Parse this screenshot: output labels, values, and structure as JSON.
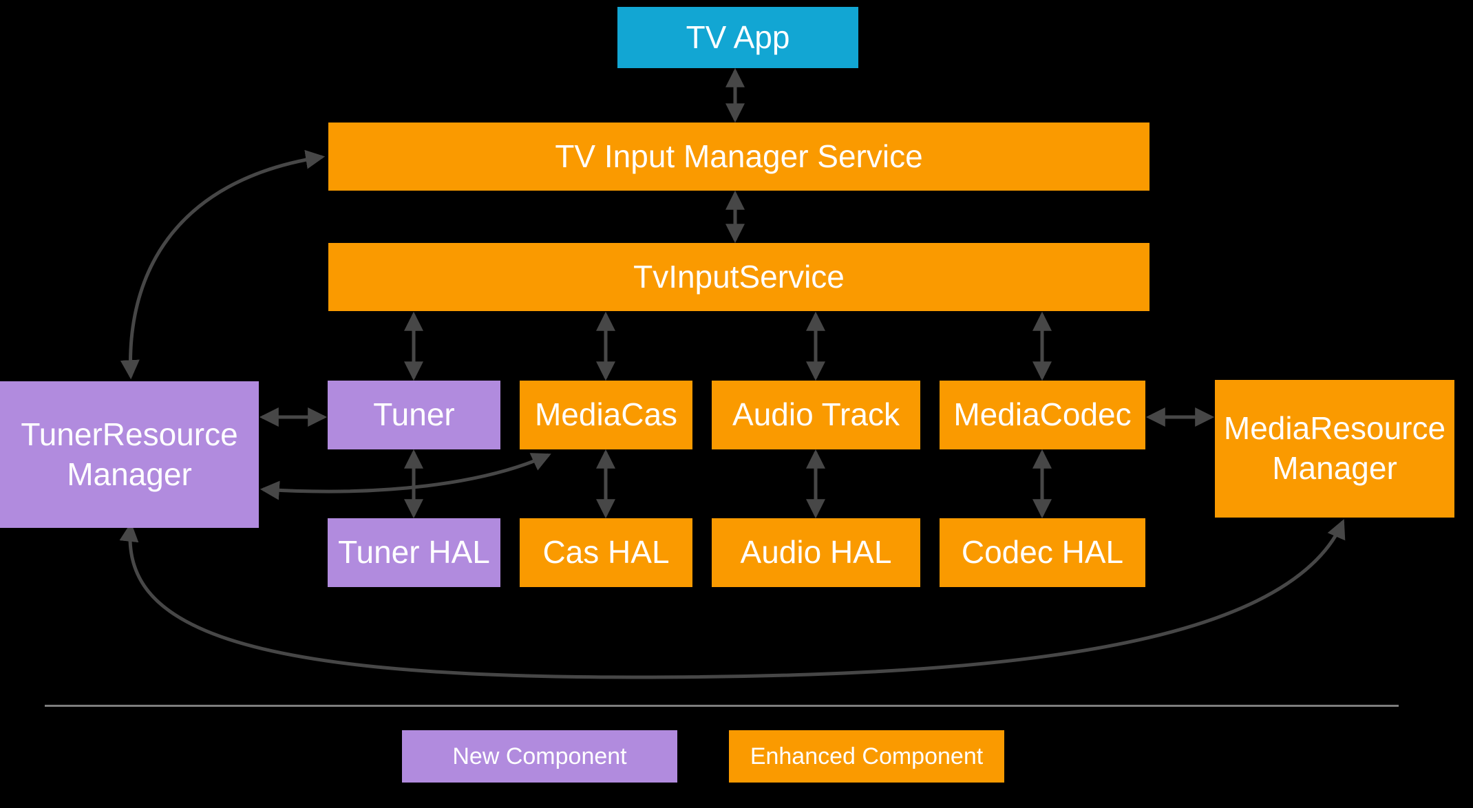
{
  "nodes": {
    "tv_app": {
      "label": "TV App",
      "category": "app"
    },
    "tims": {
      "label": "TV Input Manager Service",
      "category": "enhanced"
    },
    "tvis": {
      "label": "TvInputService",
      "category": "enhanced"
    },
    "trm": {
      "label": "TunerResource Manager",
      "category": "new"
    },
    "tuner": {
      "label": "Tuner",
      "category": "new"
    },
    "mediacas": {
      "label": "MediaCas",
      "category": "enhanced"
    },
    "audiotrack": {
      "label": "Audio Track",
      "category": "enhanced"
    },
    "mediacodec": {
      "label": "MediaCodec",
      "category": "enhanced"
    },
    "mrm": {
      "label": "MediaResource Manager",
      "category": "enhanced"
    },
    "tuner_hal": {
      "label": "Tuner HAL",
      "category": "new"
    },
    "cas_hal": {
      "label": "Cas HAL",
      "category": "enhanced"
    },
    "audio_hal": {
      "label": "Audio HAL",
      "category": "enhanced"
    },
    "codec_hal": {
      "label": "Codec HAL",
      "category": "enhanced"
    }
  },
  "legend": {
    "new_component": {
      "label": "New Component",
      "category": "new"
    },
    "enhanced_component": {
      "label": "Enhanced Component",
      "category": "enhanced"
    }
  },
  "edges": [
    {
      "from": "tv_app",
      "to": "tims",
      "arrows": "both",
      "shape": "straight"
    },
    {
      "from": "tims",
      "to": "tvis",
      "arrows": "both",
      "shape": "straight"
    },
    {
      "from": "tvis",
      "to": "tuner",
      "arrows": "both",
      "shape": "straight"
    },
    {
      "from": "tvis",
      "to": "mediacas",
      "arrows": "both",
      "shape": "straight"
    },
    {
      "from": "tvis",
      "to": "audiotrack",
      "arrows": "both",
      "shape": "straight"
    },
    {
      "from": "tvis",
      "to": "mediacodec",
      "arrows": "both",
      "shape": "straight"
    },
    {
      "from": "tuner",
      "to": "tuner_hal",
      "arrows": "both",
      "shape": "straight"
    },
    {
      "from": "mediacas",
      "to": "cas_hal",
      "arrows": "both",
      "shape": "straight"
    },
    {
      "from": "audiotrack",
      "to": "audio_hal",
      "arrows": "both",
      "shape": "straight"
    },
    {
      "from": "mediacodec",
      "to": "codec_hal",
      "arrows": "both",
      "shape": "straight"
    },
    {
      "from": "trm",
      "to": "tuner",
      "arrows": "both",
      "shape": "straight"
    },
    {
      "from": "mediacodec",
      "to": "mrm",
      "arrows": "both",
      "shape": "straight"
    },
    {
      "from": "trm",
      "to": "tims",
      "arrows": "both",
      "shape": "curved"
    },
    {
      "from": "trm",
      "to": "mediacas",
      "arrows": "both",
      "shape": "curved"
    },
    {
      "from": "trm",
      "to": "mrm",
      "arrows": "both",
      "shape": "curved"
    }
  ],
  "colors": {
    "app_blue": "#12a6d3",
    "enhanced_orange": "#fa9a00",
    "new_purple": "#b18bde",
    "arrow_gray": "#474747",
    "separator_gray": "#7e7e7e",
    "background": "#000000",
    "text": "#ffffff"
  }
}
